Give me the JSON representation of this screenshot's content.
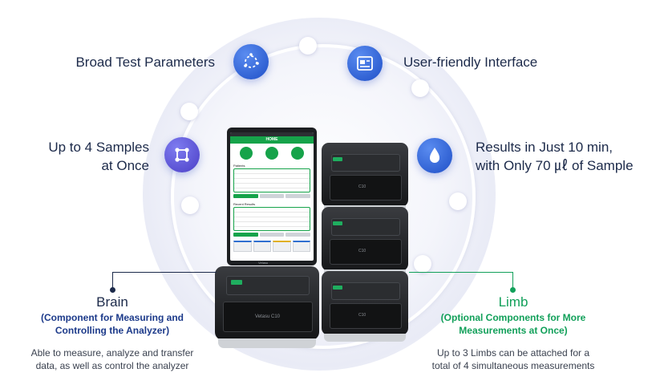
{
  "features": {
    "broad": "Broad Test Parameters",
    "ui": "User-friendly Interface",
    "samples_line1": "Up to 4 Samples",
    "samples_line2": "at Once",
    "results_line1": "Results in Just 10 min,",
    "results_line2": "with Only 70 ㎕ of Sample"
  },
  "device": {
    "screen_title": "HOME",
    "patients_label": "Patients",
    "recent_label": "Recent Results",
    "brain_model": "Vetasu C10",
    "limb_model": "C10",
    "brand": "Vetasu"
  },
  "brain": {
    "title": "Brain",
    "subtitle_line1": "(Component for Measuring and",
    "subtitle_line2": "Controlling the Analyzer)",
    "desc_line1": "Able to measure, analyze and transfer",
    "desc_line2": "data, as well as control the analyzer"
  },
  "limb": {
    "title": "Limb",
    "subtitle_line1": "(Optional Components for More",
    "subtitle_line2": "Measurements at Once)",
    "desc_line1": "Up to 3 Limbs can be attached for a",
    "desc_line2": "total of 4 simultaneous measurements"
  },
  "colors": {
    "navy": "#1c2a4a",
    "green": "#12a05a",
    "blue": "#1f4fc7",
    "purple": "#4b3fc6"
  },
  "icons": [
    "network-icon",
    "interface-icon",
    "samples-icon",
    "drop-icon"
  ]
}
